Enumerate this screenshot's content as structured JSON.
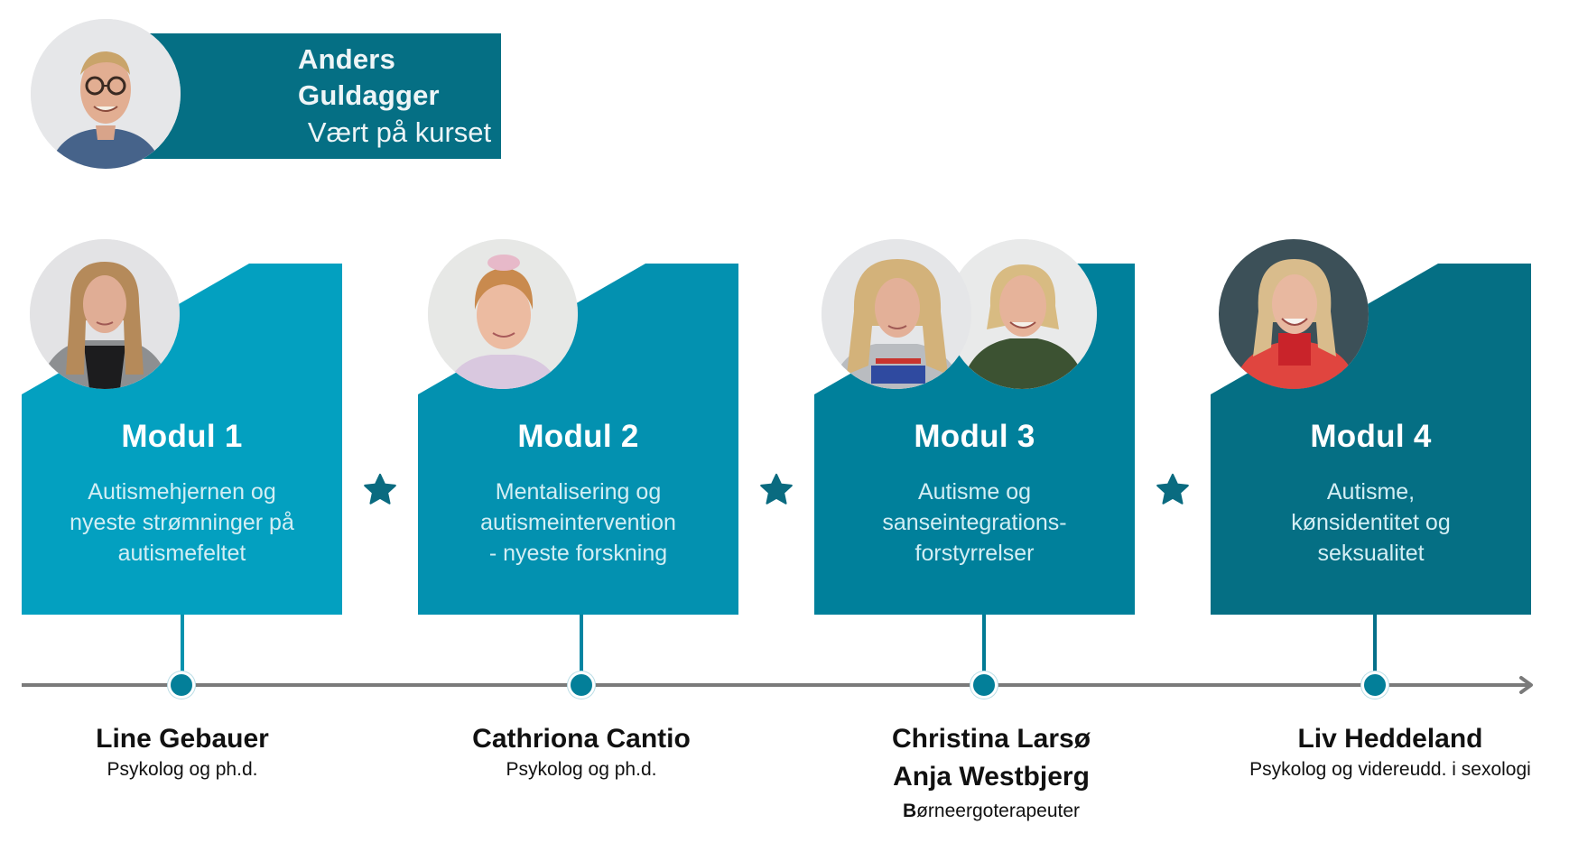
{
  "host": {
    "name": "Anders Guldagger",
    "role": "Vært på kurset",
    "photo": "host-portrait"
  },
  "colors": {
    "header_box": "#056f84",
    "card_1": "#03a0c0",
    "card_2": "#0391b0",
    "card_3": "#00809b",
    "card_4": "#056f84",
    "star": "#0a6b80",
    "timeline": "#7a7a7a",
    "node": "#037f99"
  },
  "modules": [
    {
      "title": "Modul 1",
      "description": [
        "Autismehjernen og",
        "nyeste strømninger på",
        "autismefeltet"
      ],
      "speakers": [
        "Line Gebauer"
      ],
      "speaker_title": "Psykolog og ph.d.",
      "photos": [
        "portrait-line-gebauer"
      ]
    },
    {
      "title": "Modul 2",
      "description": [
        "Mentalisering og",
        "autismeintervention",
        "- nyeste forskning"
      ],
      "speakers": [
        "Cathriona Cantio"
      ],
      "speaker_title": "Psykolog og ph.d.",
      "photos": [
        "portrait-cathriona-cantio"
      ]
    },
    {
      "title": "Modul 3",
      "description": [
        "Autisme og",
        "sanseintegrations-",
        "forstyrrelser"
      ],
      "speakers": [
        "Christina Larsø",
        "Anja Westbjerg"
      ],
      "speaker_title_bold_prefix": "B",
      "speaker_title_rest": "ørneergoterapeuter",
      "photos": [
        "portrait-christina-larso",
        "portrait-anja-westbjerg"
      ]
    },
    {
      "title": "Modul 4",
      "description": [
        "Autisme,",
        "kønsidentitet og",
        "seksualitet"
      ],
      "speakers": [
        "Liv Heddeland"
      ],
      "speaker_title": "Psykolog og videreudd. i sexologi",
      "photos": [
        "portrait-liv-heddeland"
      ]
    }
  ],
  "separators": [
    "star-icon",
    "star-icon",
    "star-icon"
  ]
}
